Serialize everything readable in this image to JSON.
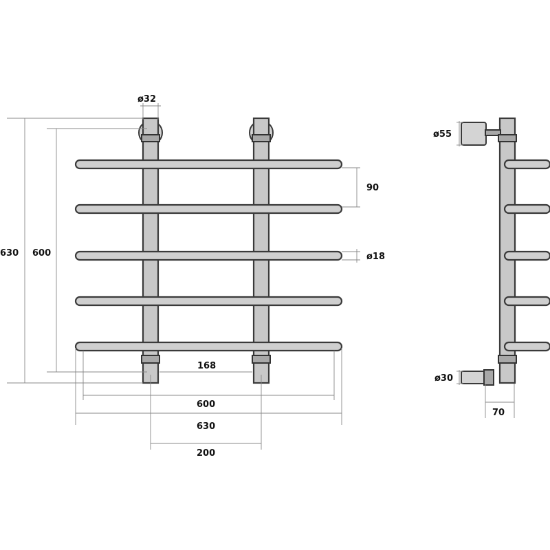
{
  "drawing": {
    "front_view": {
      "labels": {
        "post_diameter": "ø32",
        "total_height": "630",
        "center_height": "600",
        "bar_spacing": "90",
        "bar_diameter": "ø18",
        "inner_width": "168",
        "width_600": "600",
        "width_630": "630",
        "post_spacing": "200"
      },
      "bar_count": 5
    },
    "side_view": {
      "labels": {
        "mount_diameter": "ø55",
        "connection_diameter": "ø30",
        "depth": "70"
      },
      "bar_count": 5
    }
  }
}
